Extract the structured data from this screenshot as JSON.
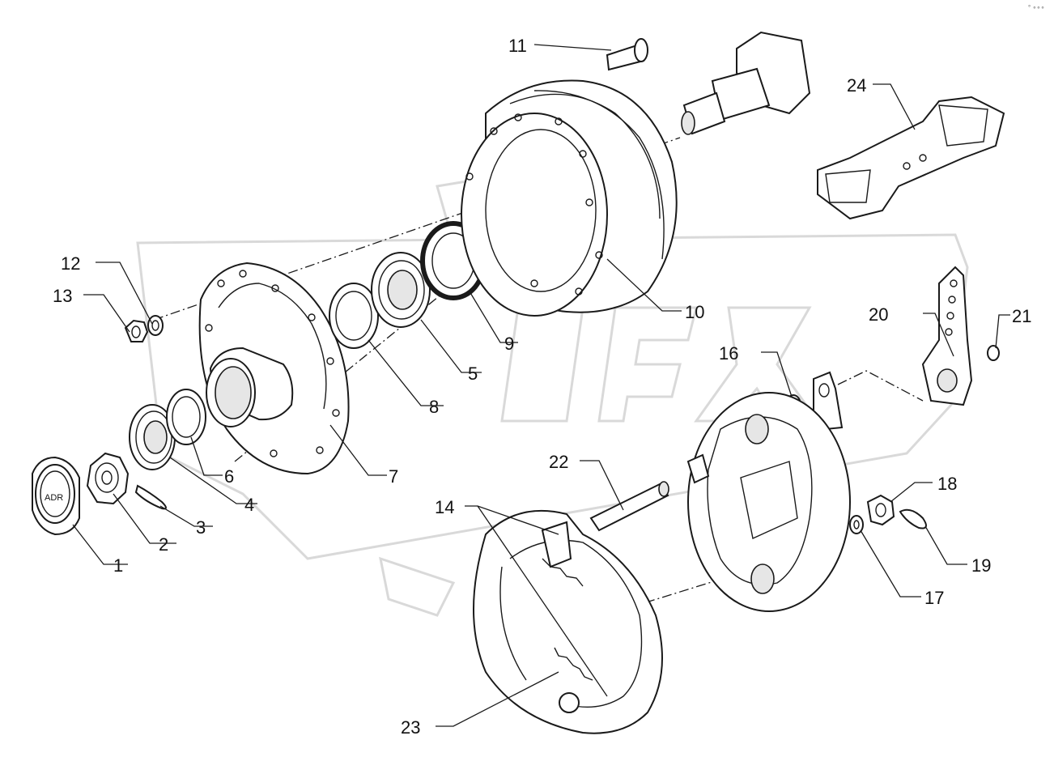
{
  "diagram": {
    "callouts": [
      {
        "id": "1",
        "label": "1"
      },
      {
        "id": "2",
        "label": "2"
      },
      {
        "id": "3",
        "label": "3"
      },
      {
        "id": "4",
        "label": "4"
      },
      {
        "id": "5",
        "label": "5"
      },
      {
        "id": "6",
        "label": "6"
      },
      {
        "id": "7",
        "label": "7"
      },
      {
        "id": "8",
        "label": "8"
      },
      {
        "id": "9",
        "label": "9"
      },
      {
        "id": "10",
        "label": "10"
      },
      {
        "id": "11",
        "label": "11"
      },
      {
        "id": "12",
        "label": "12"
      },
      {
        "id": "13",
        "label": "13"
      },
      {
        "id": "14",
        "label": "14"
      },
      {
        "id": "16",
        "label": "16"
      },
      {
        "id": "17",
        "label": "17"
      },
      {
        "id": "18",
        "label": "18"
      },
      {
        "id": "19",
        "label": "19"
      },
      {
        "id": "20",
        "label": "20"
      },
      {
        "id": "21",
        "label": "21"
      },
      {
        "id": "22",
        "label": "22"
      },
      {
        "id": "23",
        "label": "23"
      },
      {
        "id": "24",
        "label": "24"
      }
    ],
    "hub_cap_marking": "ADR",
    "corner_mark": "° ∘∘∘"
  },
  "colors": {
    "line": "#1a1a1a",
    "watermark": "#d9d9d9",
    "background": "#ffffff"
  }
}
